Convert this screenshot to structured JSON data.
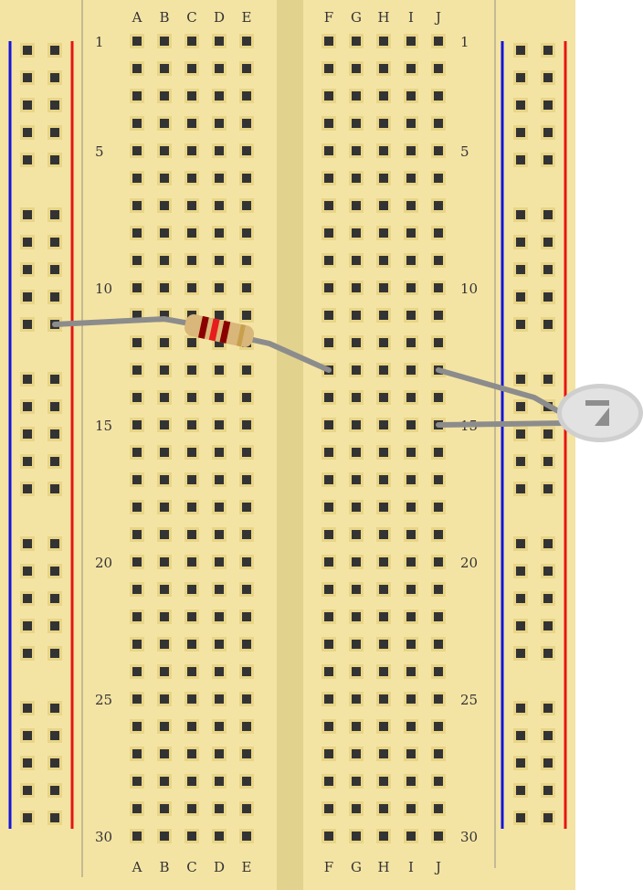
{
  "board": {
    "colors": {
      "body": "#f4e4a4",
      "channel": "#e1d28e",
      "hole_pad": "#e8d587",
      "hole": "#333333",
      "divider": "#b4ab8d",
      "rail_negative": "#1414dc",
      "rail_positive": "#e61414",
      "wire": "#8c8c8c"
    },
    "columns_left": [
      "A",
      "B",
      "C",
      "D",
      "E"
    ],
    "columns_right": [
      "F",
      "G",
      "H",
      "I",
      "J"
    ],
    "row_labels": [
      "1",
      "5",
      "10",
      "15",
      "20",
      "25",
      "30"
    ],
    "rows": 30
  },
  "components": {
    "resistor": {
      "colors": {
        "body": "#d9b67a",
        "bands": [
          "#8a0000",
          "#e81c1c",
          "#8a0000",
          "#c8a04c"
        ]
      }
    },
    "led": {
      "colors": {
        "body": "#e2e2e2",
        "rim": "#cfcfcf",
        "symbol": "#8e8e8e"
      }
    }
  }
}
